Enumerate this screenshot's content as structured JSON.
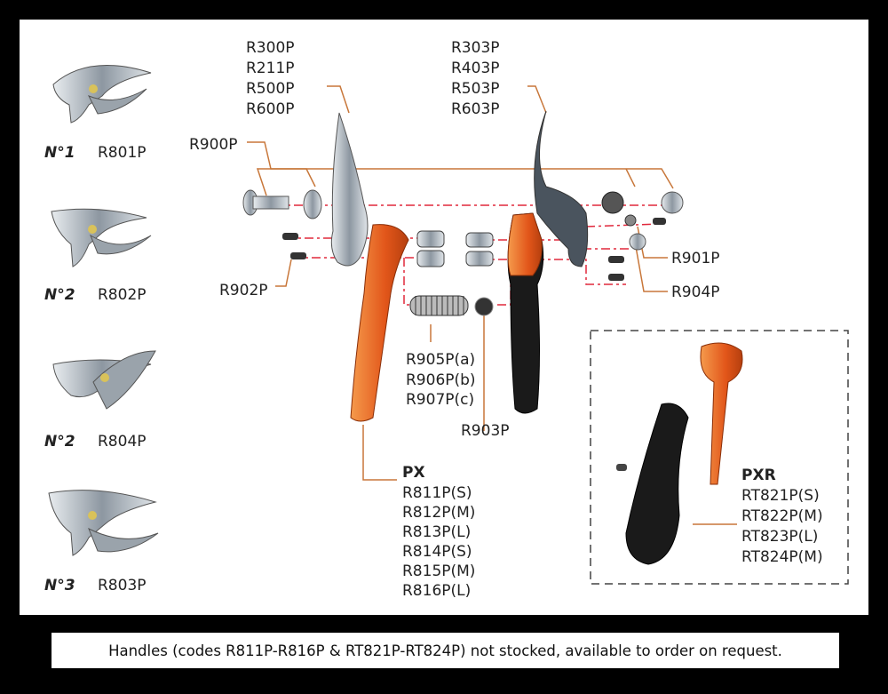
{
  "blades": [
    {
      "number": "N°1",
      "code": "R801P"
    },
    {
      "number": "N°2",
      "code": "R802P"
    },
    {
      "number": "N°2",
      "code": "R804P"
    },
    {
      "number": "N°3",
      "code": "R803P"
    }
  ],
  "callouts": {
    "upper_blade": [
      "R300P",
      "R211P",
      "R500P",
      "R600P"
    ],
    "lower_blade": [
      "R303P",
      "R403P",
      "R503P",
      "R603P"
    ],
    "bolt": "R900P",
    "screws": "R902P",
    "nut": "R901P",
    "adjuster": "R904P",
    "springs": [
      "R905P(a)",
      "R906P(b)",
      "R907P(c)"
    ],
    "buffer": "R903P"
  },
  "px": {
    "title": "PX",
    "codes": [
      "R811P(S)",
      "R812P(M)",
      "R813P(L)",
      "R814P(S)",
      "R815P(M)",
      "R816P(L)"
    ]
  },
  "pxr": {
    "title": "PXR",
    "codes": [
      "RT821P(S)",
      "RT822P(M)",
      "RT823P(L)",
      "RT824P(M)"
    ]
  },
  "caption": "Handles (codes R811P-R816P & RT821P-RT824P) not stocked, available to order on request.",
  "colors": {
    "leader": "#c8773a",
    "axis": "#e0283c",
    "handle_orange": "#e8641c",
    "grip_black": "#1a1a1a",
    "steel": "#a9b2bb"
  }
}
